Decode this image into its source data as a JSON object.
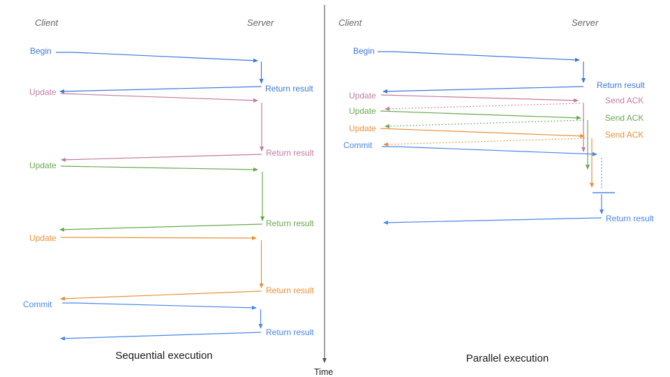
{
  "colors": {
    "blue": "#3c78d8",
    "blue2": "#4a86e8",
    "pink": "#c27ba0",
    "green": "#6aa84f",
    "orange": "#e69138",
    "gray": "#666666",
    "axis": "#555555",
    "caption": "#1a1a1a"
  },
  "time_axis": {
    "label": "Time"
  },
  "left": {
    "client_header": "Client",
    "server_header": "Server",
    "caption": "Sequential execution",
    "messages": [
      {
        "label": "Begin",
        "response": "Return result"
      },
      {
        "label": "Update",
        "response": "Return result"
      },
      {
        "label": "Update",
        "response": "Return result"
      },
      {
        "label": "Update",
        "response": "Return result"
      },
      {
        "label": "Commit",
        "response": "Return result"
      }
    ]
  },
  "right": {
    "client_header": "Client",
    "server_header": "Server",
    "caption": "Parallel execution",
    "messages": [
      {
        "label": "Begin",
        "response": "Return result"
      },
      {
        "label": "Update",
        "response": "Send ACK"
      },
      {
        "label": "Update",
        "response": "Send ACK"
      },
      {
        "label": "Update",
        "response": "Send ACK"
      },
      {
        "label": "Commit",
        "response": "Return result"
      }
    ]
  }
}
